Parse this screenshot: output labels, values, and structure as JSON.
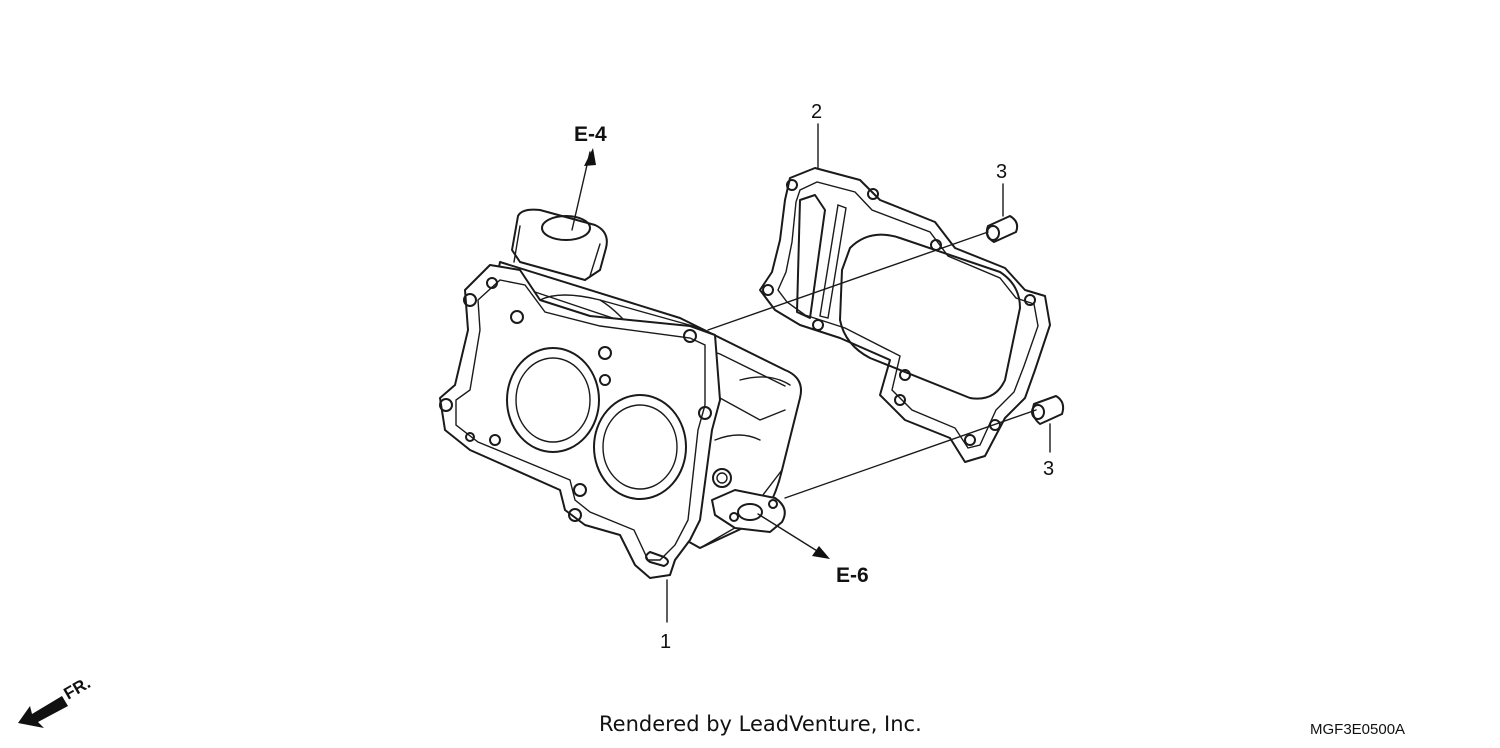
{
  "callouts": {
    "cylinder": "1",
    "gasket": "2",
    "dowel_top": "3",
    "dowel_bottom": "3"
  },
  "references": {
    "upper": "E-4",
    "lower": "E-6"
  },
  "direction": {
    "label": "FR."
  },
  "footer": {
    "credit": "Rendered by LeadVenture, Inc.",
    "diagram_code": "MGF3E0500A"
  }
}
